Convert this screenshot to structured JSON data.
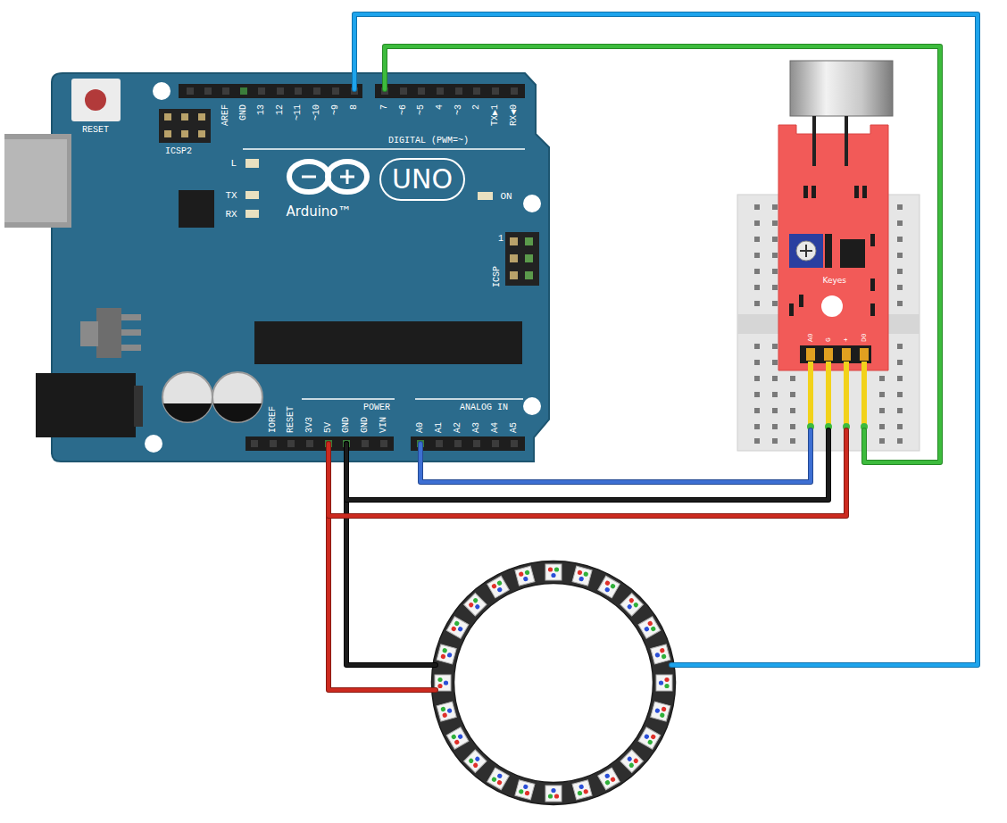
{
  "diagram": {
    "nodes": [
      {
        "text": [
          "RESET",
          "ICSP2",
          "AREF",
          "GND",
          "13",
          "12",
          "~11",
          "~10",
          "~9",
          "8",
          "7",
          "~6",
          "~5",
          "4",
          "~3",
          "2",
          "TX▶1",
          "RX◀0",
          "DIGITAL (PWM=~)",
          "L",
          "TX",
          "RX",
          "Arduino™",
          "UNO",
          "ON",
          "1",
          "ICSP",
          "IOREF",
          "RESET",
          "3V3",
          "5V",
          "GND",
          "GND",
          "VIN",
          "POWER",
          "ANALOG IN",
          "A0",
          "A1",
          "A2",
          "A3",
          "A4",
          "A5"
        ]
      },
      {
        "text": [
          "Keyes",
          "A0",
          "G",
          "+",
          "D0"
        ]
      }
    ],
    "edges": [
      {
        "from": 0,
        "to": 1,
        "arrow": "none"
      },
      {
        "from": 0,
        "to": 1,
        "arrow": "none"
      },
      {
        "from": 0,
        "to": 1,
        "arrow": "none"
      },
      {
        "from": 0,
        "to": 1,
        "arrow": "none"
      }
    ]
  }
}
